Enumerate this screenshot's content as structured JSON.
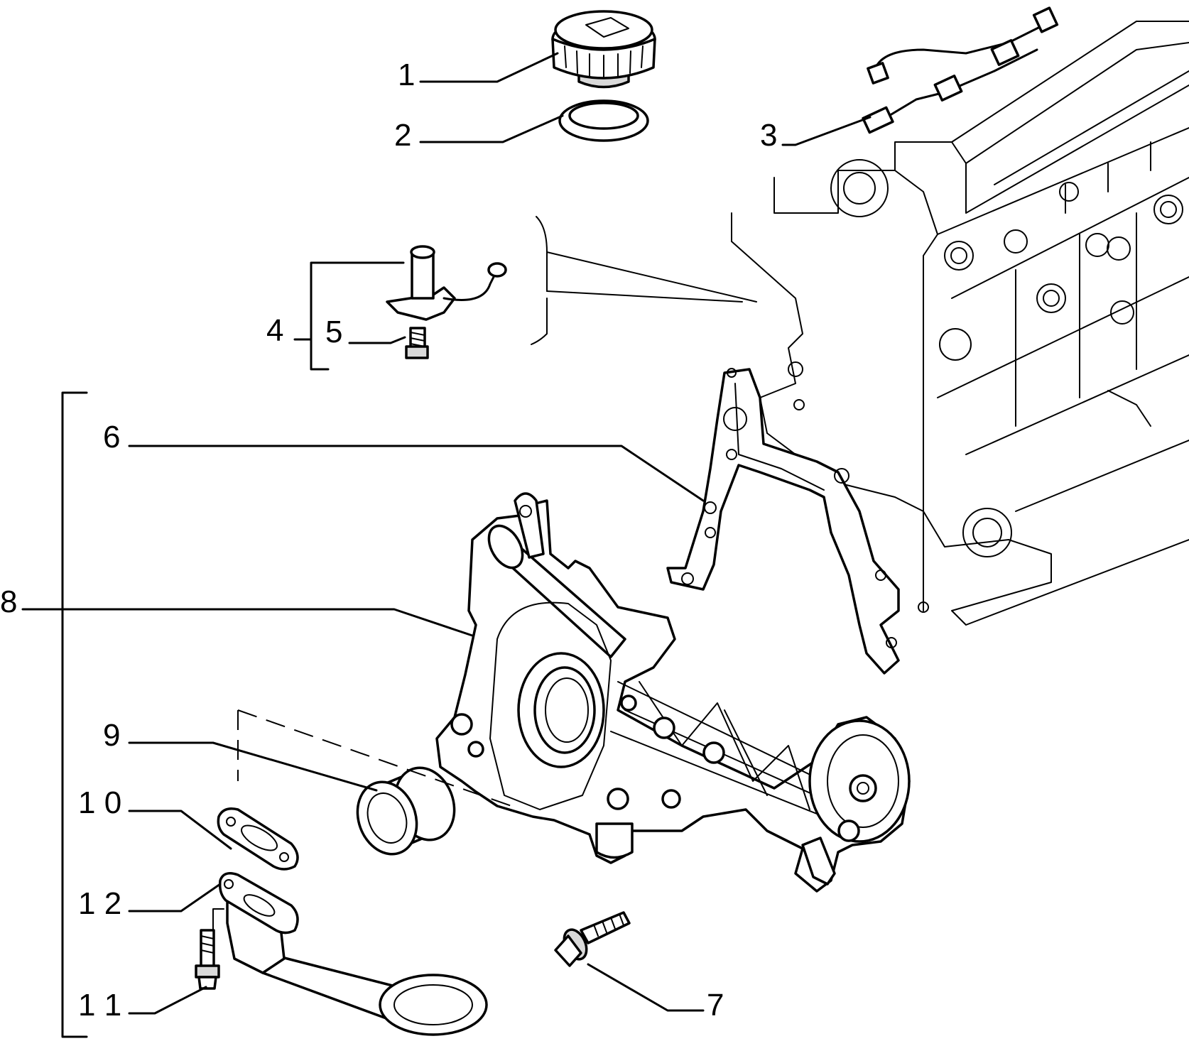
{
  "callouts": [
    {
      "id": "c1",
      "label": "1"
    },
    {
      "id": "c2",
      "label": "2"
    },
    {
      "id": "c3",
      "label": "3"
    },
    {
      "id": "c4",
      "label": "4"
    },
    {
      "id": "c5",
      "label": "5"
    },
    {
      "id": "c6",
      "label": "6"
    },
    {
      "id": "c7",
      "label": "7"
    },
    {
      "id": "c8",
      "label": "8"
    },
    {
      "id": "c9",
      "label": "9"
    },
    {
      "id": "c10",
      "label": "1 0"
    },
    {
      "id": "c11",
      "label": "1 1"
    },
    {
      "id": "c12",
      "label": "1 2"
    }
  ]
}
